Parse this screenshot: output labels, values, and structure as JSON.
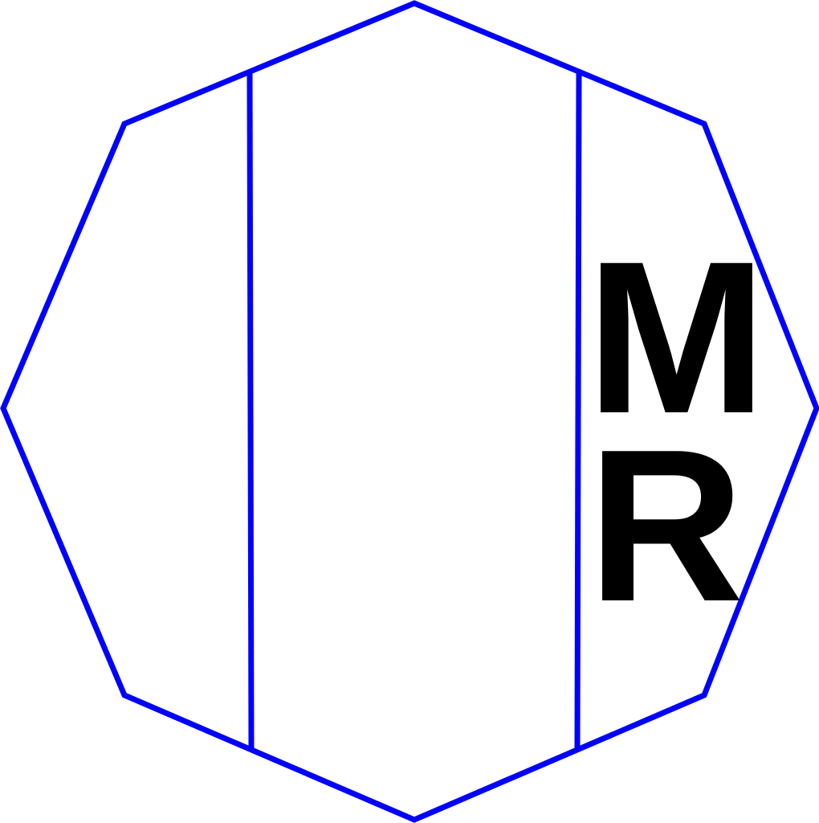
{
  "diagram": {
    "shape": "octagon",
    "stroke_color": "#0000ff",
    "text_color": "#000000",
    "labels": {
      "top": "M",
      "bottom": "R"
    }
  }
}
